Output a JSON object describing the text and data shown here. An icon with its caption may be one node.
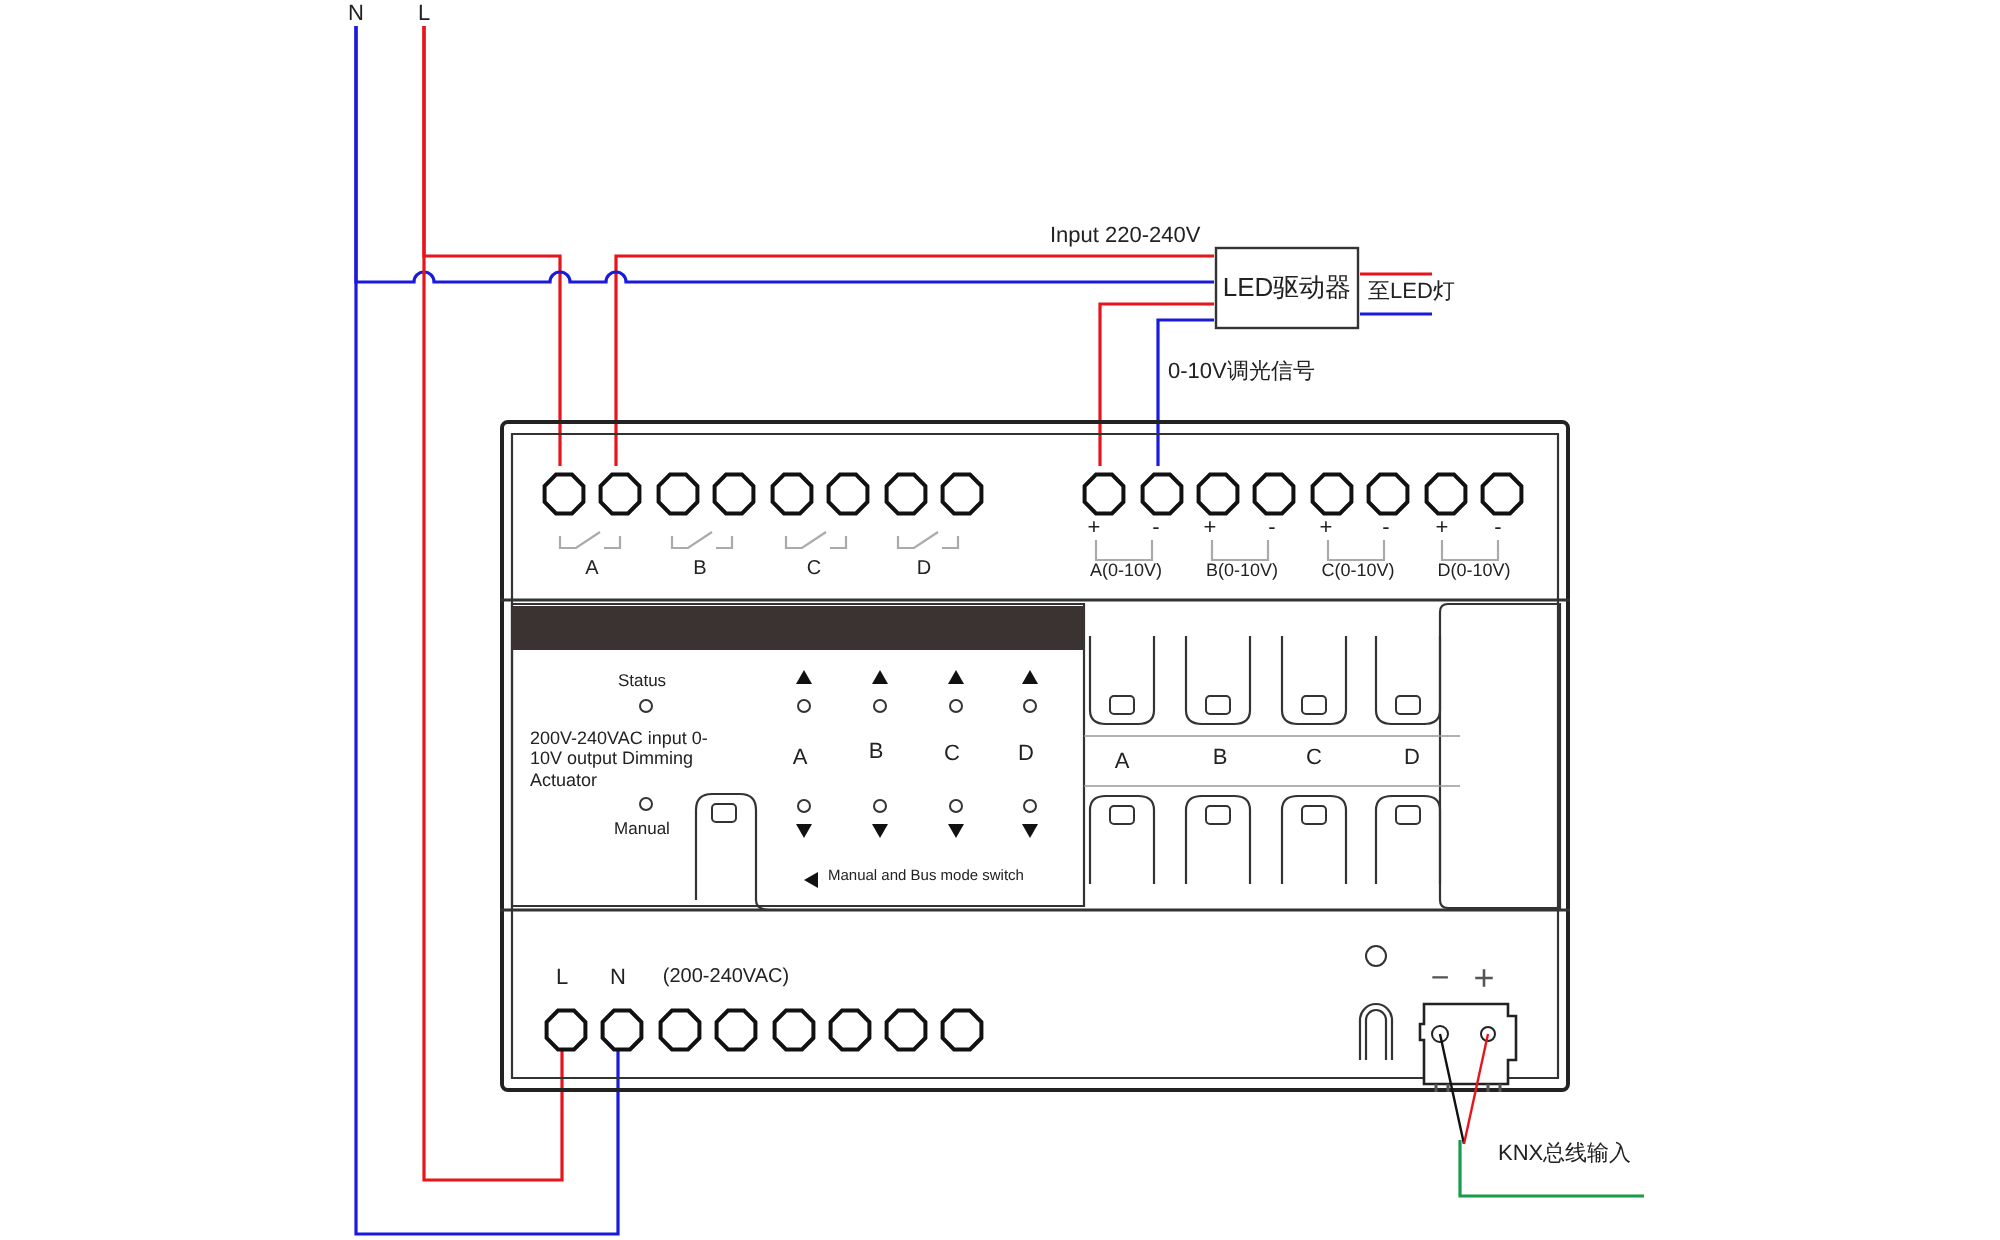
{
  "diagram": {
    "nodes": [
      {
        "text": [
          "N"
        ]
      },
      {
        "text": [
          "L"
        ]
      },
      {
        "text": [
          "LED驱动器"
        ]
      },
      {
        "text": [],
        "shape": "box"
      },
      {
        "text": [],
        "shape": "octagon",
        "in": 3
      },
      {
        "text": [],
        "shape": "octagon",
        "in": 3
      },
      {
        "text": [],
        "shape": "octagon",
        "in": 3
      },
      {
        "text": [],
        "shape": "octagon",
        "in": 3
      },
      {
        "text": [],
        "shape": "octagon",
        "in": 3
      },
      {
        "text": [],
        "shape": "octagon",
        "in": 3
      },
      {
        "text": [],
        "shape": "octagon",
        "in": 3
      },
      {
        "text": [],
        "shape": "octagon",
        "in": 3
      },
      {
        "text": [],
        "shape": "octagon",
        "in": 3
      },
      {
        "text": [],
        "shape": "octagon",
        "in": 3
      },
      {
        "text": [],
        "shape": "octagon",
        "in": 3
      },
      {
        "text": [],
        "shape": "octagon",
        "in": 3
      },
      {
        "text": [],
        "shape": "octagon",
        "in": 3
      },
      {
        "text": [],
        "shape": "octagon",
        "in": 3
      },
      {
        "text": [],
        "shape": "octagon",
        "in": 3
      },
      {
        "text": [],
        "shape": "octagon",
        "in": 3
      },
      {
        "text": [],
        "shape": "octagon",
        "in": 3
      },
      {
        "text": [],
        "shape": "octagon",
        "in": 3
      },
      {
        "text": [],
        "shape": "octagon",
        "in": 3
      },
      {
        "text": [],
        "shape": "octagon",
        "in": 3
      },
      {
        "text": [],
        "shape": "octagon",
        "in": 3
      },
      {
        "text": [],
        "shape": "octagon",
        "in": 3
      },
      {
        "text": [],
        "shape": "octagon",
        "in": 3
      },
      {
        "text": [],
        "shape": "octagon",
        "in": 3
      },
      {
        "text": [],
        "shape": "box",
        "in": 3,
        "beside": [
          "−",
          "+"
        ]
      }
    ],
    "edges": [
      {
        "from": 1,
        "to": 4,
        "arrow": "none",
        "color": "#e8141b"
      },
      {
        "from": 5,
        "to": 2,
        "arrow": "none",
        "color": "#e8141b",
        "label": "Input 220-240V"
      },
      {
        "from": 0,
        "to": 2,
        "arrow": "none",
        "color": "#1a1adc"
      },
      {
        "from": 1,
        "to": 20,
        "arrow": "none",
        "color": "#e8141b"
      },
      {
        "from": 0,
        "to": 21,
        "arrow": "none",
        "color": "#1a1adc"
      },
      {
        "from": 2,
        "to": 12,
        "arrow": "none",
        "color": "#e8141b"
      },
      {
        "from": 2,
        "to": 13,
        "arrow": "none",
        "color": "#1a1adc",
        "label": "0-10V调光信号"
      },
      {
        "from": 2,
        "to": null,
        "arrow": "none",
        "color": "#e8141b",
        "label": "至LED灯"
      },
      {
        "from": 2,
        "to": null,
        "arrow": "none",
        "color": "#1a1adc"
      },
      {
        "from": 28,
        "to": null,
        "arrow": "none",
        "color": "#1a9a4a",
        "label": "KNX总线输入"
      }
    ],
    "labels": [
      "A",
      "B",
      "C",
      "D",
      "+",
      "-",
      "+",
      "-",
      "+",
      "-",
      "+",
      "-",
      "A(0-10V)",
      "B(0-10V)",
      "C(0-10V)",
      "D(0-10V)",
      "Status",
      "200V-240VAC input 0-10V output Dimming Actuator",
      "Manual",
      "A",
      "B",
      "C",
      "D",
      "Manual and Bus mode switch",
      "A",
      "B",
      "C",
      "D",
      "L",
      "N",
      "(200-240VAC)"
    ]
  }
}
